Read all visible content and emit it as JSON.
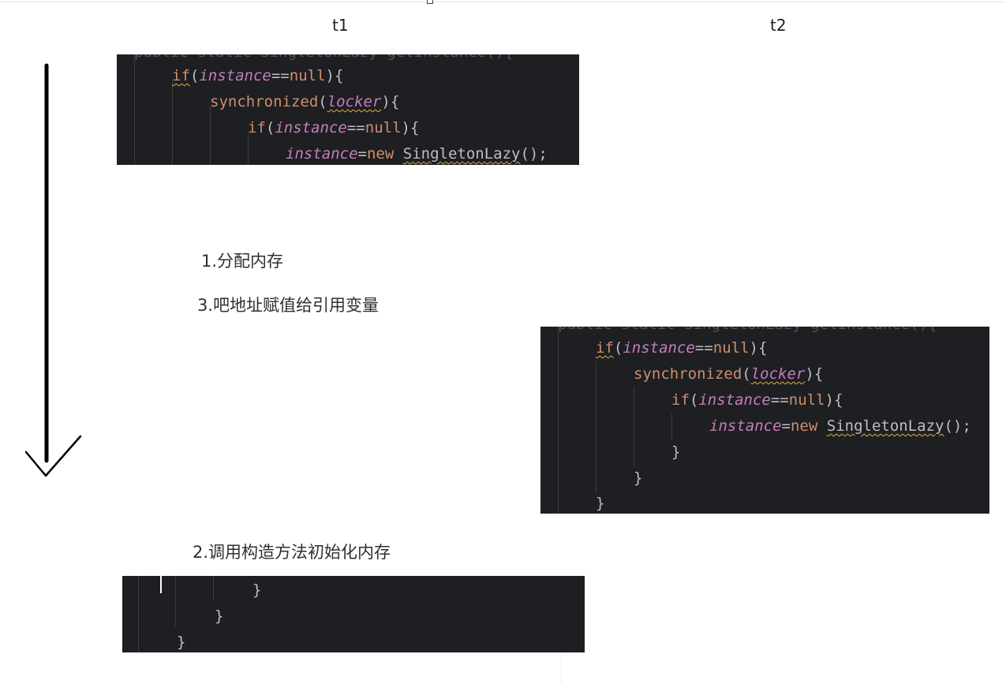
{
  "threads": {
    "t1": "t1",
    "t2": "t2"
  },
  "steps": {
    "allocate": "1.分配内存",
    "assign": "3.吧地址赋值给引用变量",
    "construct": "2.调用构造方法初始化内存"
  },
  "code": {
    "top_partial": "public static SingletonLazy getInstance(){",
    "kw_if": "if",
    "kw_sync": "synchronized",
    "kw_new": "new",
    "kw_null": "null",
    "var_instance": "instance",
    "var_locker": "locker",
    "class_name": "SingletonLazy",
    "op_eq": "==",
    "op_assign": "=",
    "open_paren": "(",
    "close_brace_open": "){",
    "call_end": "();",
    "close_brace": "}"
  },
  "colors": {
    "code_bg": "#1e1f22",
    "keyword": "#cf8e6d",
    "variable": "#c77dbb",
    "text": "#bcbec4",
    "warning_underline": "#e0b33a",
    "arrow": "#000000"
  },
  "icons": {
    "timeline": "down-arrow-icon"
  }
}
